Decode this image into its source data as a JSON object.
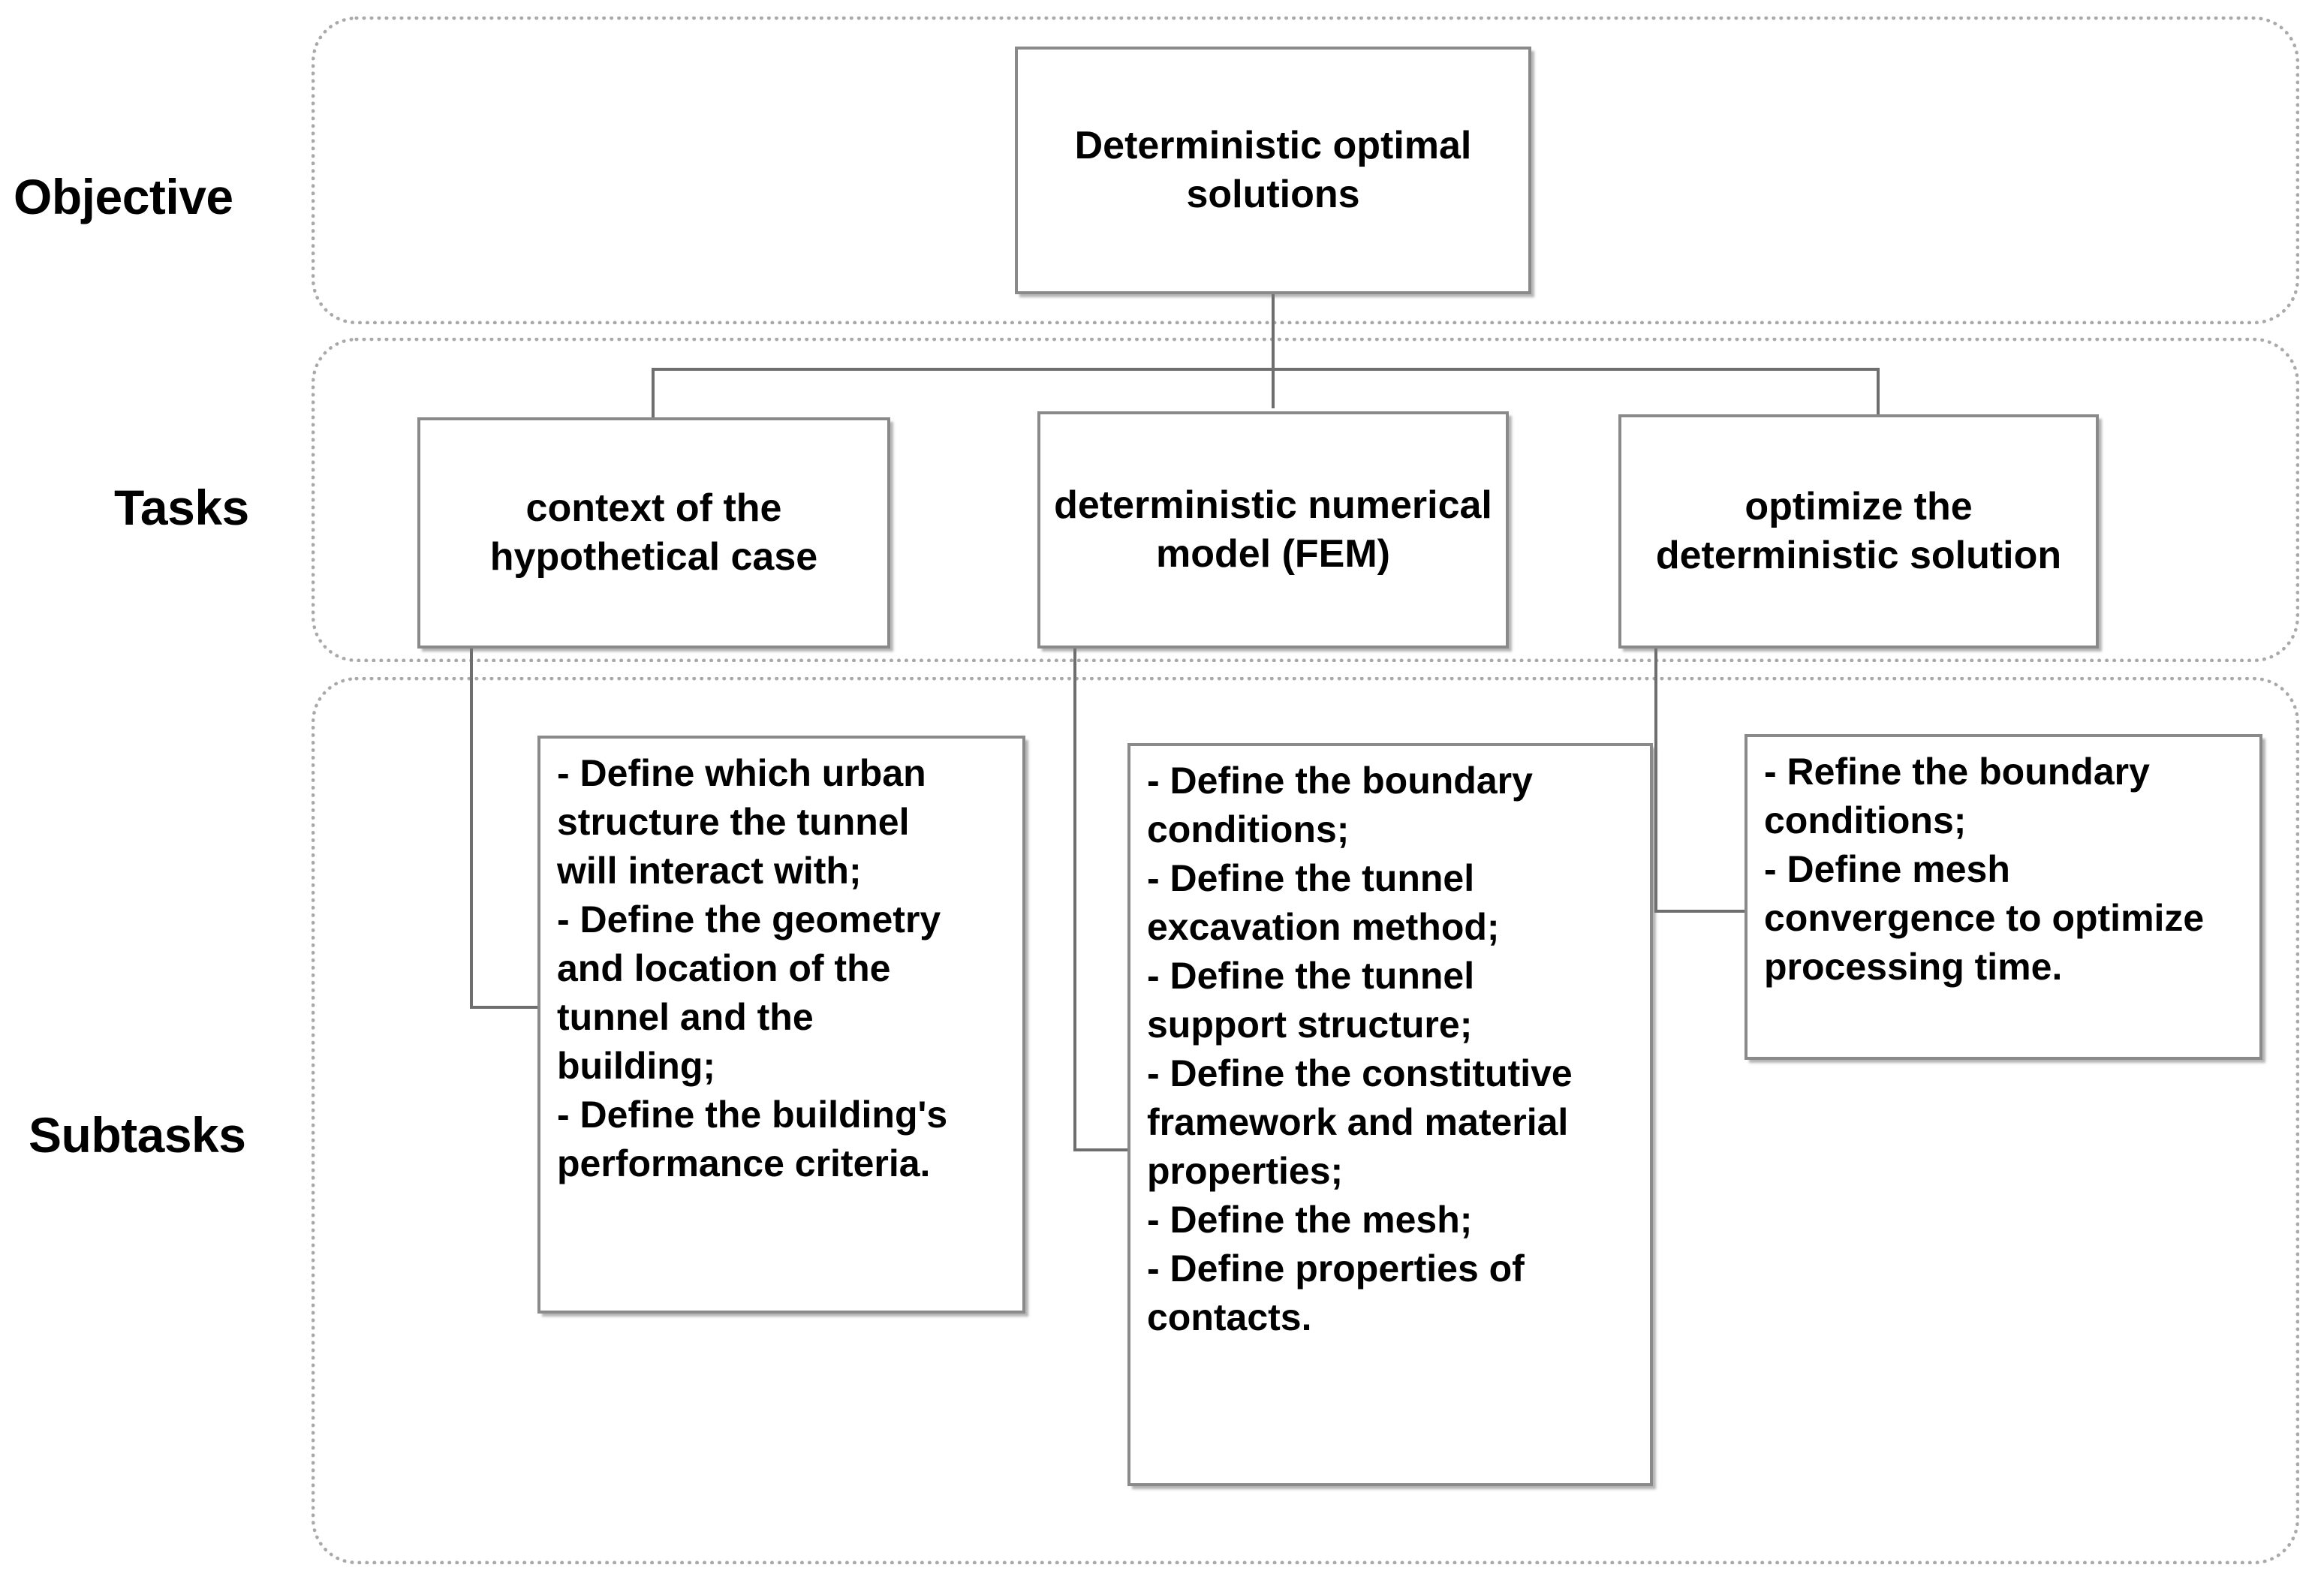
{
  "diagram": {
    "rows": [
      {
        "key": "objective",
        "label": "Objective"
      },
      {
        "key": "tasks",
        "label": "Tasks"
      },
      {
        "key": "subtasks",
        "label": "Subtasks"
      }
    ],
    "objective": {
      "text": "Deterministic optimal solutions"
    },
    "tasks": [
      {
        "text": "context of the hypothetical case"
      },
      {
        "text": "deterministic numerical model (FEM)"
      },
      {
        "text": "optimize the deterministic solution"
      }
    ],
    "subtasks": [
      {
        "lines": [
          "- Define which urban",
          "structure the tunnel",
          "will interact with;",
          "- Define the geometry",
          "and location of the",
          "tunnel and the",
          "building;",
          "- Define the building's",
          "performance criteria."
        ]
      },
      {
        "lines": [
          "- Define the boundary",
          "conditions;",
          "- Define the tunnel",
          "excavation method;",
          "- Define the tunnel",
          "support structure;",
          "- Define the constitutive",
          "framework and material",
          "properties;",
          "- Define the mesh;",
          "- Define properties of",
          "contacts."
        ]
      },
      {
        "lines": [
          "- Refine the boundary",
          "conditions;",
          "- Define mesh",
          "convergence to optimize",
          "processing time."
        ]
      }
    ],
    "colors": {
      "band_border": "#a9a9a9",
      "node_border": "#8a8a8a",
      "connector": "#6e6e6e",
      "text": "#000000",
      "background": "#ffffff"
    }
  }
}
